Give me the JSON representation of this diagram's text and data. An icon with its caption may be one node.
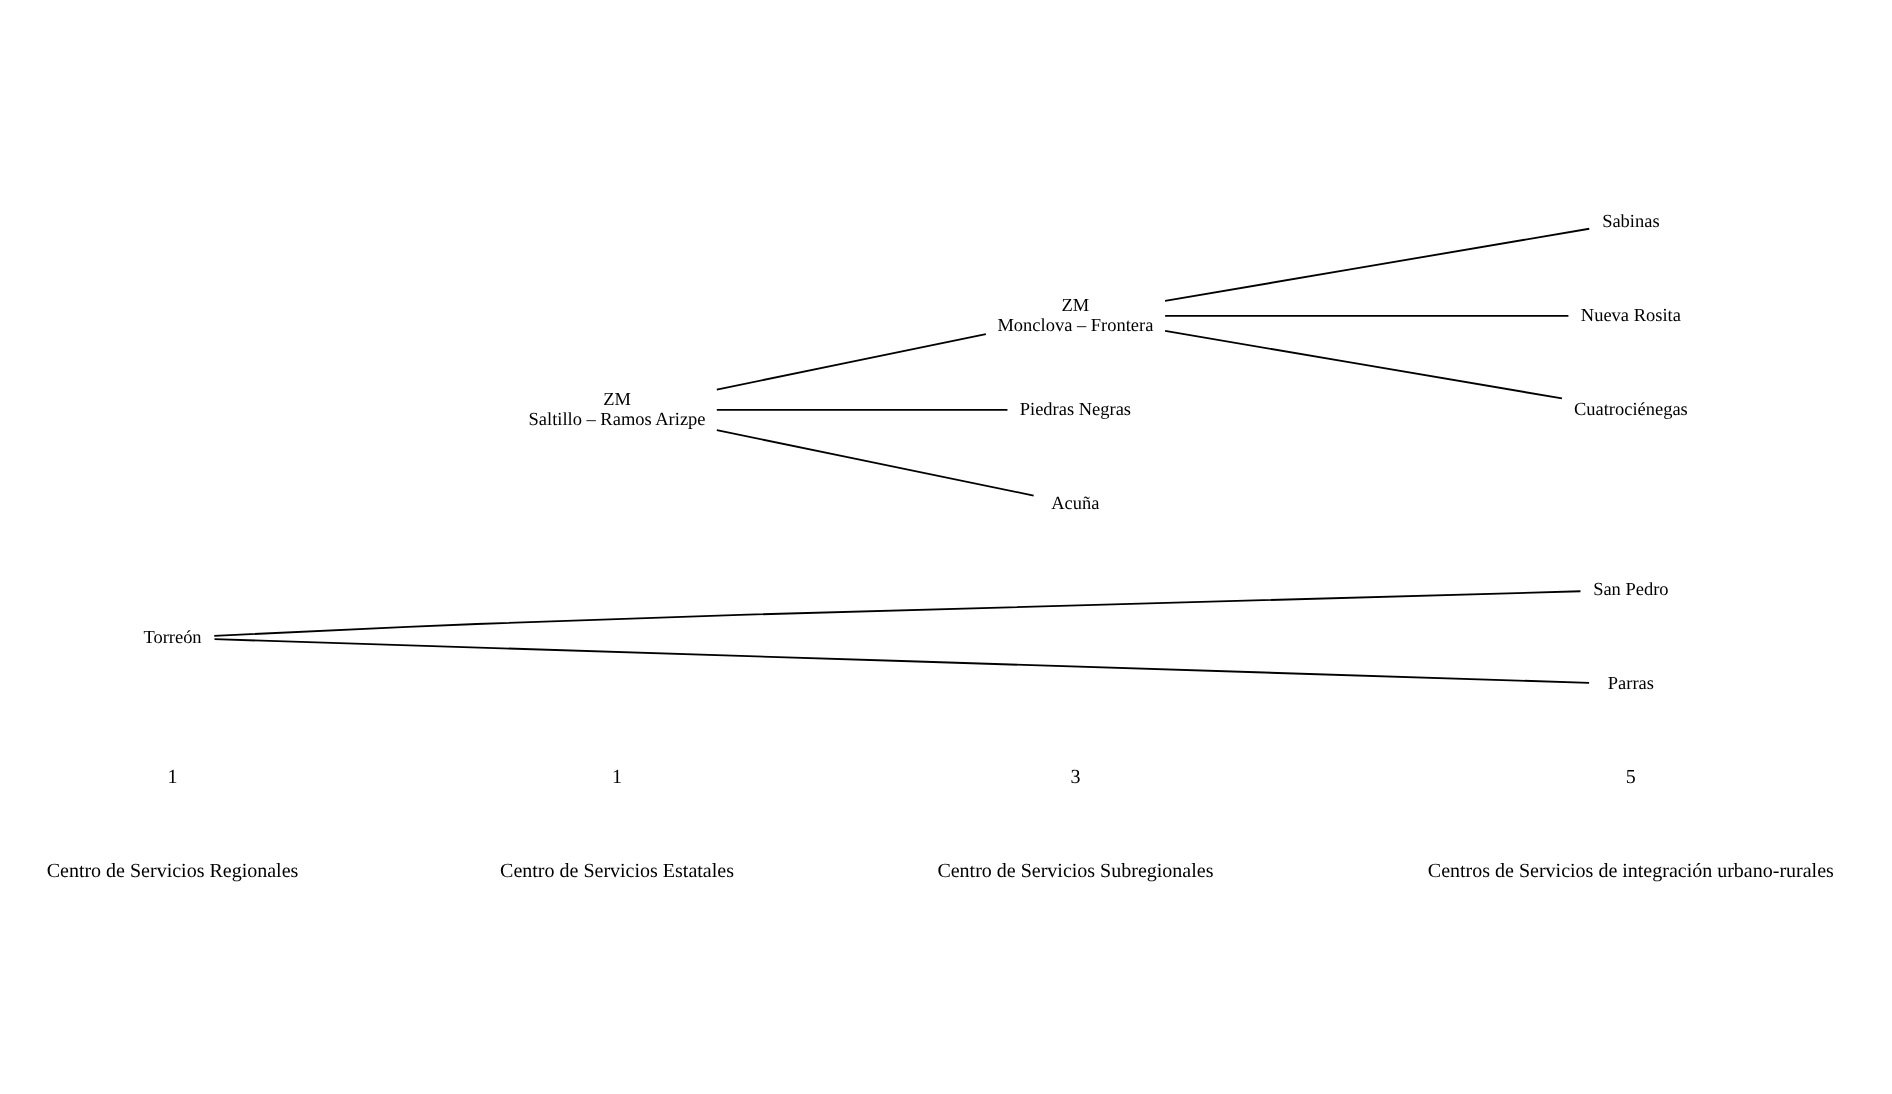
{
  "diagram": {
    "nodes": [
      {
        "text": [
          "Torreón"
        ]
      },
      {
        "text": [
          "ZM",
          "Saltillo – Ramos Arizpe"
        ]
      },
      {
        "text": [
          "ZM",
          "Monclova – Frontera"
        ]
      },
      {
        "text": [
          "Piedras Negras"
        ]
      },
      {
        "text": [
          "Acuña"
        ]
      },
      {
        "text": [
          "San Pedro"
        ]
      },
      {
        "text": [
          "Parras"
        ]
      },
      {
        "text": [
          "Sabinas"
        ]
      },
      {
        "text": [
          "Nueva Rosita"
        ]
      },
      {
        "text": [
          "Cuatrociénegas"
        ]
      }
    ],
    "edges": [
      {
        "from": 0,
        "to": 5,
        "arrow": "none"
      },
      {
        "from": 0,
        "to": 6,
        "arrow": "none"
      },
      {
        "from": 1,
        "to": 2,
        "arrow": "none"
      },
      {
        "from": 1,
        "to": 3,
        "arrow": "none"
      },
      {
        "from": 1,
        "to": 4,
        "arrow": "none"
      },
      {
        "from": 2,
        "to": 7,
        "arrow": "none"
      },
      {
        "from": 2,
        "to": 8,
        "arrow": "none"
      },
      {
        "from": 2,
        "to": 9,
        "arrow": "none"
      }
    ],
    "labels": [
      "Centro de Servicios Regionales",
      "Centro de Servicios Estatales",
      "Centro de Servicios Subregionales",
      "Centros de Servicios de integración urbano-rurales",
      "1",
      "1",
      "3",
      "5"
    ]
  }
}
